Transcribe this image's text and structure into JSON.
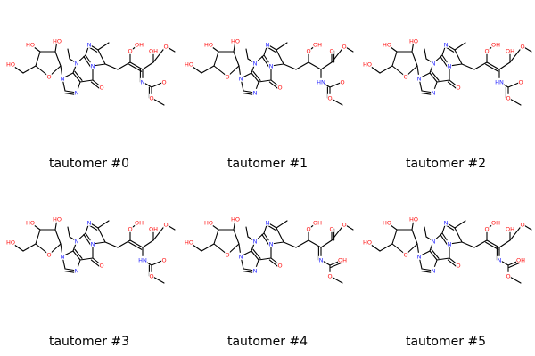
{
  "colors": {
    "bond": "#000000",
    "oxygen": "#ff0d0d",
    "nitrogen": "#2222ff",
    "background": "#ffffff"
  },
  "tautomers": [
    {
      "label": "tautomer #0",
      "oxo": [
        false,
        true,
        false
      ],
      "amine": "imine",
      "carbamate": "ester"
    },
    {
      "label": "tautomer #1",
      "oxo": [
        false,
        false,
        true
      ],
      "amine": "amine",
      "carbamate": "ester"
    },
    {
      "label": "tautomer #2",
      "oxo": [
        false,
        true,
        false
      ],
      "amine": "amine",
      "carbamate": "ester"
    },
    {
      "label": "tautomer #3",
      "oxo": [
        false,
        true,
        false
      ],
      "amine": "amine",
      "carbamate": "ester"
    },
    {
      "label": "tautomer #4",
      "oxo": [
        false,
        false,
        true
      ],
      "amine": "imine",
      "carbamate": "enol"
    },
    {
      "label": "tautomer #5",
      "oxo": [
        false,
        true,
        false
      ],
      "amine": "imine",
      "carbamate": "enol"
    }
  ]
}
